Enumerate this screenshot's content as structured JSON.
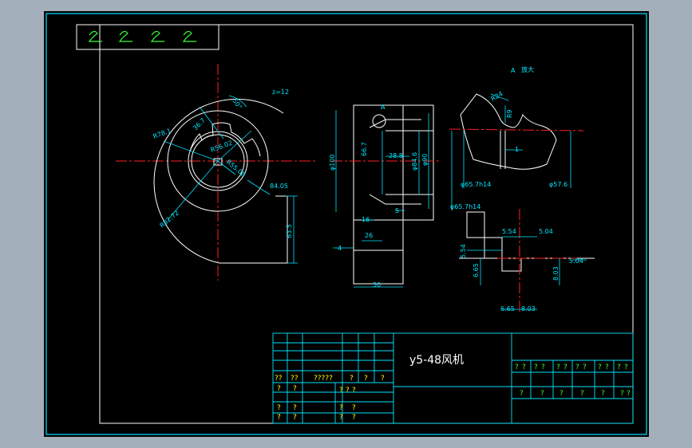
{
  "colors": {
    "background": "#a3b0bc",
    "drawing_area": "#000000",
    "outline": "#ffffff",
    "dimension": "#00e5ff",
    "centerline": "#ff2020",
    "title_block_line": "#00e5ff",
    "title_block_text_yellow": "#ffff00",
    "title_block_text_green": "#33ff33",
    "mark_symbol": "#33ff33"
  },
  "icons": [
    "surface-roughness-mark-icon"
  ],
  "notes": {
    "teeth": "z=12",
    "detail_label": "A",
    "detail_title": "放大"
  },
  "view_front": {
    "dim_r78": "R78.1",
    "dim_r56": "R56.02",
    "dim_r55": "R55.08",
    "dim_36": "36.7",
    "dim_r92": "R92.72",
    "dim_50deg": "50°",
    "dim_84": "84.05",
    "dim_63": "63.5"
  },
  "view_section": {
    "label_a": "A",
    "dim_phi100": "φ100",
    "dim_66": "66.7",
    "dim_28": "28.8",
    "dim_phi84": "φ84.6",
    "dim_phi90": "φ90",
    "dim_16": "16",
    "dim_5": "5",
    "dim_26": "26",
    "dim_4": "4",
    "dim_50": "50"
  },
  "view_detail": {
    "dim_r24": "R24",
    "dim_r9": "R9",
    "dim_1": "1",
    "dim_phi65a": "φ65.7h14",
    "dim_phi57": "φ57.6",
    "dim_phi65b": "φ65.7h14"
  },
  "view_key": {
    "dim_554a": "5.54",
    "dim_504a": "5.04",
    "dim_554b": "5.54",
    "dim_504b": "5.04",
    "dim_665a": "6.65",
    "dim_803a": "8.03",
    "dim_665b": "6.65",
    "dim_803b": "8.03"
  },
  "title_block": {
    "name": "y5-48风机",
    "q_row1": [
      "??",
      "??",
      "?????",
      "?",
      "?",
      "?"
    ],
    "q_row2": [
      "?",
      "?",
      "?",
      "?",
      "?"
    ],
    "q_row3": [
      "?",
      "?",
      "?",
      "?"
    ],
    "q_row4": [
      "?",
      "?",
      "?",
      "?"
    ],
    "right_row1": [
      "?",
      "?",
      "?",
      "?",
      "?",
      "?",
      "?",
      "?",
      "?",
      "?",
      "?",
      "?"
    ],
    "right_row2": [
      "?",
      "?",
      "?",
      "?",
      "?",
      "?",
      "?"
    ]
  }
}
